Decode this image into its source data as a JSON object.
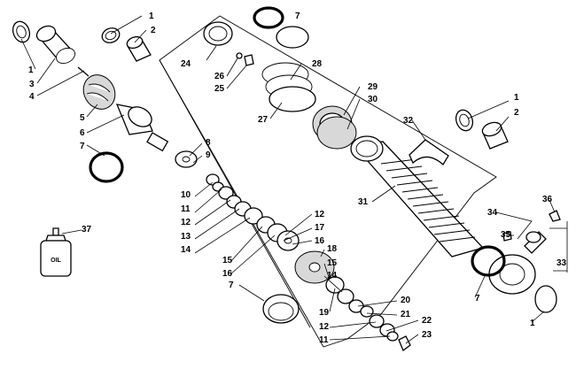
{
  "diagram": {
    "callouts": [
      {
        "id": "c1a",
        "text": "1"
      },
      {
        "id": "c2a",
        "text": "2"
      },
      {
        "id": "c1b",
        "text": "1"
      },
      {
        "id": "c3",
        "text": "3"
      },
      {
        "id": "c4",
        "text": "4"
      },
      {
        "id": "c5",
        "text": "5"
      },
      {
        "id": "c6",
        "text": "6"
      },
      {
        "id": "c7a",
        "text": "7"
      },
      {
        "id": "c7b",
        "text": "7"
      },
      {
        "id": "c24",
        "text": "24"
      },
      {
        "id": "c26",
        "text": "26"
      },
      {
        "id": "c25",
        "text": "25"
      },
      {
        "id": "c28",
        "text": "28"
      },
      {
        "id": "c27",
        "text": "27"
      },
      {
        "id": "c29",
        "text": "29"
      },
      {
        "id": "c30",
        "text": "30"
      },
      {
        "id": "c32",
        "text": "32"
      },
      {
        "id": "c1c",
        "text": "1"
      },
      {
        "id": "c2b",
        "text": "2"
      },
      {
        "id": "c8",
        "text": "8"
      },
      {
        "id": "c9",
        "text": "9"
      },
      {
        "id": "c10",
        "text": "10"
      },
      {
        "id": "c11a",
        "text": "11"
      },
      {
        "id": "c12a",
        "text": "12"
      },
      {
        "id": "c13",
        "text": "13"
      },
      {
        "id": "c14a",
        "text": "14"
      },
      {
        "id": "c15a",
        "text": "15"
      },
      {
        "id": "c16a",
        "text": "16"
      },
      {
        "id": "c12b",
        "text": "12"
      },
      {
        "id": "c17",
        "text": "17"
      },
      {
        "id": "c16b",
        "text": "16"
      },
      {
        "id": "c18",
        "text": "18"
      },
      {
        "id": "c15b",
        "text": "15"
      },
      {
        "id": "c14b",
        "text": "14"
      },
      {
        "id": "c31",
        "text": "31"
      },
      {
        "id": "c36",
        "text": "36"
      },
      {
        "id": "c34",
        "text": "34"
      },
      {
        "id": "c35",
        "text": "35"
      },
      {
        "id": "c33",
        "text": "33"
      },
      {
        "id": "c37",
        "text": "37"
      },
      {
        "id": "c7c",
        "text": "7"
      },
      {
        "id": "c7d",
        "text": "7"
      },
      {
        "id": "c20",
        "text": "20"
      },
      {
        "id": "c19",
        "text": "19"
      },
      {
        "id": "c21",
        "text": "21"
      },
      {
        "id": "c12c",
        "text": "12"
      },
      {
        "id": "c22",
        "text": "22"
      },
      {
        "id": "c11b",
        "text": "11"
      },
      {
        "id": "c23",
        "text": "23"
      },
      {
        "id": "c1d",
        "text": "1"
      }
    ],
    "oil_bottle_label": "OIL"
  }
}
